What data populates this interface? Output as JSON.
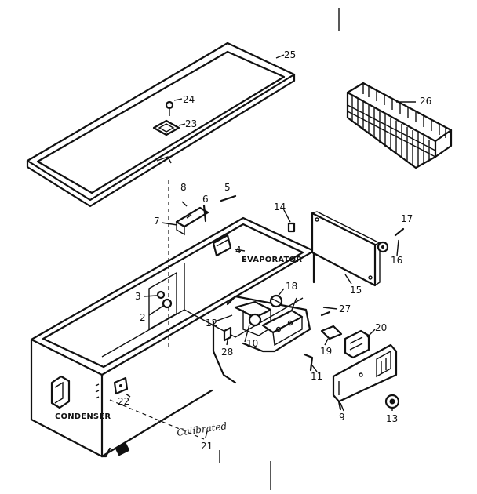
{
  "parts": [
    {
      "num": "25"
    },
    {
      "num": "24"
    },
    {
      "num": "23"
    },
    {
      "num": "26"
    },
    {
      "num": "8"
    },
    {
      "num": "6"
    },
    {
      "num": "5"
    },
    {
      "num": "7"
    },
    {
      "num": "14"
    },
    {
      "num": "17"
    },
    {
      "num": "16"
    },
    {
      "num": "4"
    },
    {
      "num": "15"
    },
    {
      "num": "3"
    },
    {
      "num": "2"
    },
    {
      "num": "18"
    },
    {
      "num": "27"
    },
    {
      "num": "12"
    },
    {
      "num": "10"
    },
    {
      "num": "20"
    },
    {
      "num": "28"
    },
    {
      "num": "19"
    },
    {
      "num": "11"
    },
    {
      "num": "22"
    },
    {
      "num": "9"
    },
    {
      "num": "13"
    },
    {
      "num": "21"
    }
  ],
  "labels": {
    "evaporator": "EVAPORATOR",
    "condenser": "CONDENSER",
    "signature": "Calibrated"
  }
}
